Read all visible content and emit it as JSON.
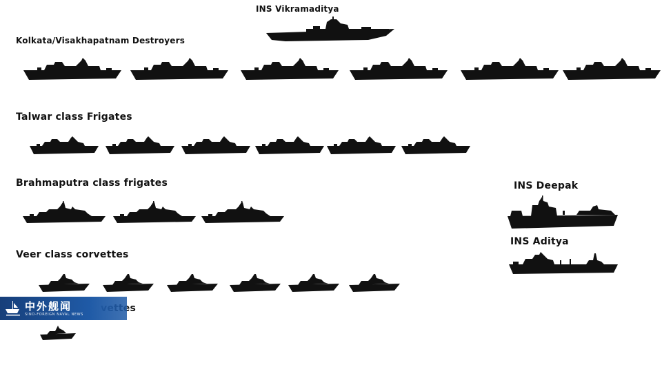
{
  "labels": {
    "vikramaditya": "INS Vikramaditya",
    "destroyers": "Kolkata/Visakhapatnam Destroyers",
    "talwar": "Talwar class Frigates",
    "brahmaputra": "Brahmaputra class frigates",
    "veer": "Veer class corvettes",
    "corvettes_partial": "vettes",
    "deepak": "INS Deepak",
    "aditya": "INS Aditya"
  },
  "watermark": {
    "chinese": "中外舰闻",
    "english": "SINO-FOREIGN NAVAL NEWS",
    "icon": "ship-logo-icon"
  },
  "colors": {
    "silhouette": "#111111",
    "watermark_bg": "#1f5aa6"
  },
  "ship_counts": {
    "destroyers": 6,
    "talwar": 6,
    "brahmaputra": 3,
    "veer": 6,
    "corvettes": 1
  }
}
